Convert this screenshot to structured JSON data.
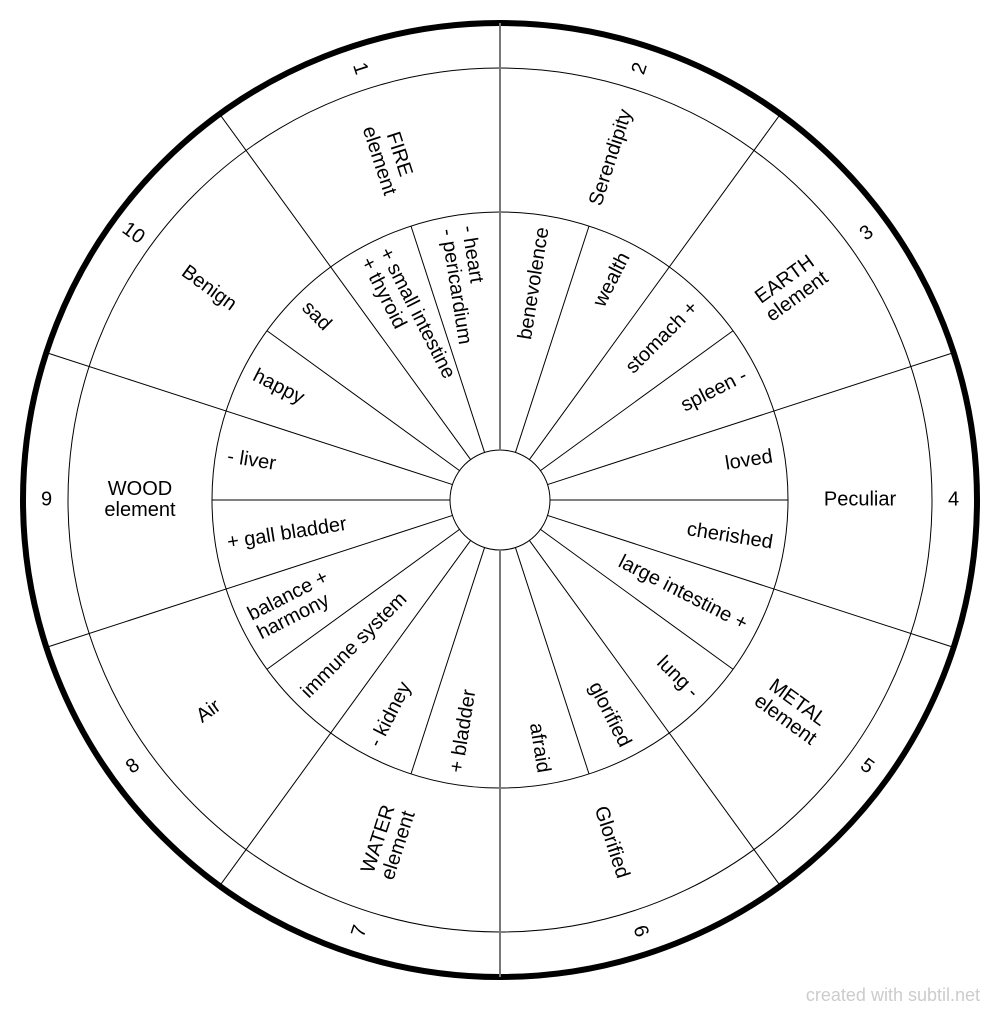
{
  "numbers": [
    "1",
    "2",
    "3",
    "4",
    "5",
    "6",
    "7",
    "8",
    "9",
    "10"
  ],
  "outer_labels": [
    "FIRE\nelement",
    "Serendipity",
    "EARTH\nelement",
    "Peculiar",
    "METAL\nelement",
    "Glorified",
    "WATER\nelement",
    "Air",
    "WOOD\nelement",
    "Benign"
  ],
  "inner_labels": [
    "- heart\n- pericardium",
    "benevolence",
    "wealth",
    "stomach +",
    "spleen -",
    "loved",
    "cherished",
    "large intestine +",
    "lung -",
    "glorified",
    "afraid",
    "+ bladder",
    "- kidney",
    "immune system",
    "balance +\nharmony",
    "+ gall bladder",
    "- liver",
    "happy",
    "sad",
    "+ small intestine\n+ thyroid"
  ],
  "watermark": "created with subtil.net"
}
